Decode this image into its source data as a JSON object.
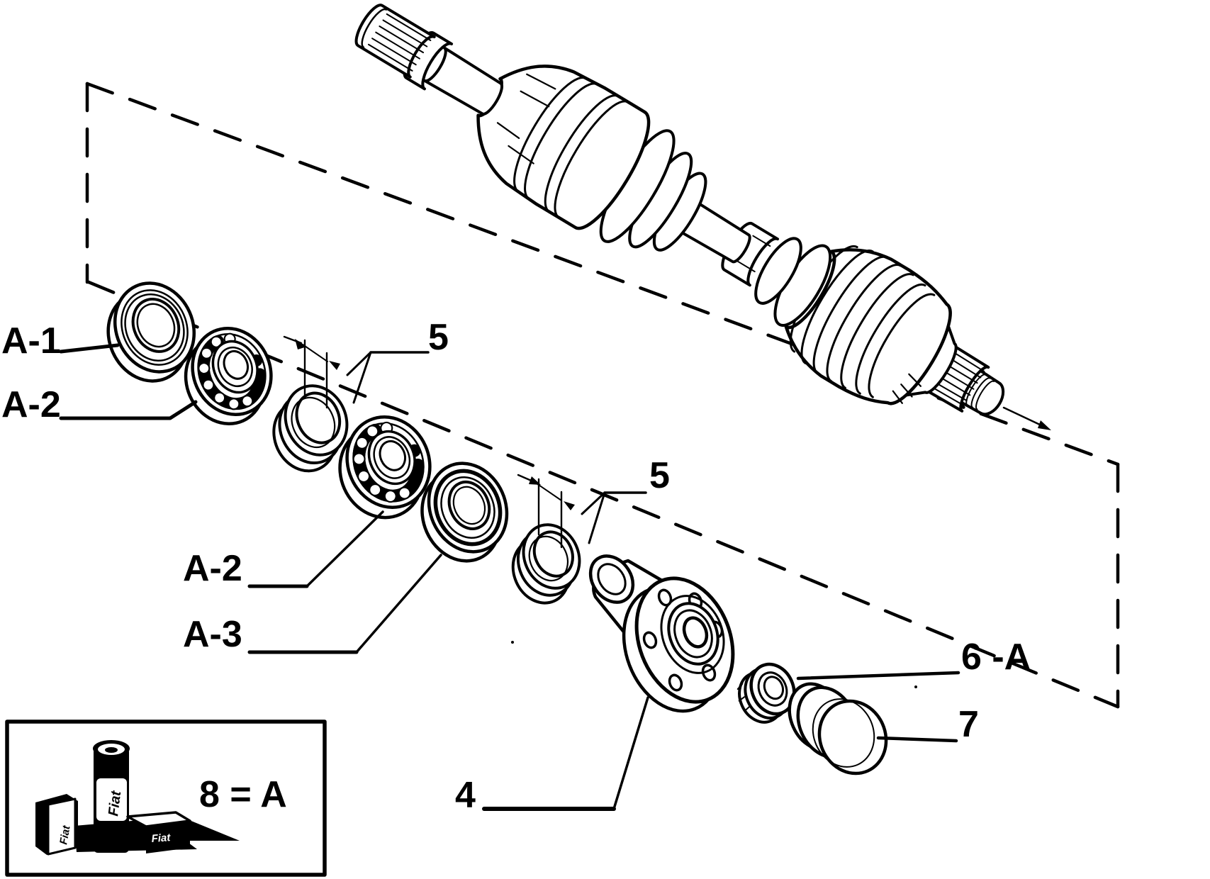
{
  "page": {
    "background": "#ffffff",
    "ink": "#000000"
  },
  "diagram": {
    "labels": {
      "a1": "A-1",
      "a2_upper": "A-2",
      "a2_lower": "A-2",
      "a3": "A-3",
      "five_upper": "5",
      "five_lower": "5",
      "four": "4",
      "six_a": "6 -A",
      "seven": "7"
    },
    "legend": {
      "equation": "8 = A",
      "brand": "Fiat"
    }
  }
}
